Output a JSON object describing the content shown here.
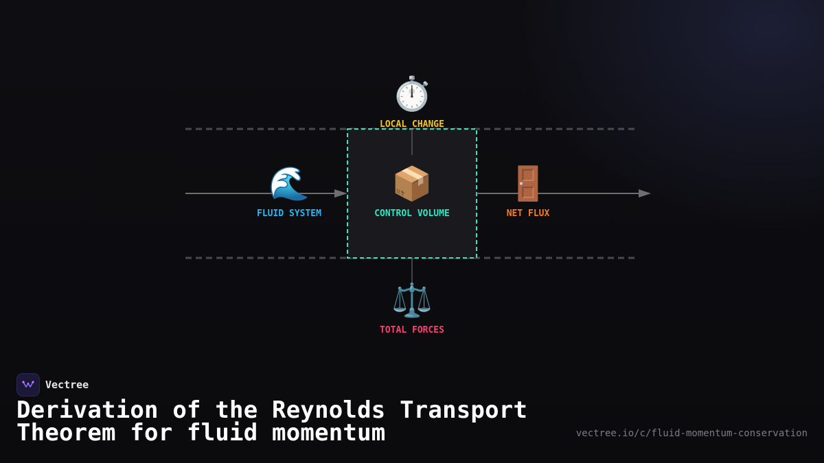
{
  "brand": {
    "name": "Vectree"
  },
  "title": "Derivation of the Reynolds Transport Theorem for fluid momentum",
  "footer": {
    "url": "vectree.io/c/fluid-momentum-conservation"
  },
  "diagram": {
    "nodes": [
      {
        "id": "local-change",
        "label": "LOCAL CHANGE",
        "icon": "stopwatch-icon",
        "glyph": "⏱️",
        "color": "#f5c518"
      },
      {
        "id": "fluid-system",
        "label": "FLUID SYSTEM",
        "icon": "water-wave-icon",
        "glyph": "🌊",
        "color": "#29b6f6"
      },
      {
        "id": "control-volume",
        "label": "CONTROL VOLUME",
        "icon": "package-icon",
        "glyph": "📦",
        "color": "#2ee6c4"
      },
      {
        "id": "net-flux",
        "label": "NET FLUX",
        "icon": "door-icon",
        "glyph": "🚪",
        "color": "#ff7a1a"
      },
      {
        "id": "total-forces",
        "label": "TOTAL FORCES",
        "icon": "balance-scale-icon",
        "glyph": "⚖️",
        "color": "#ff3d71"
      }
    ],
    "colors": {
      "control_volume_border": "#2ee6c4",
      "control_volume_fill": "#1a1a1e",
      "pipe_wall": "#4a4a4e",
      "flow_arrow": "#6e6e72"
    }
  }
}
